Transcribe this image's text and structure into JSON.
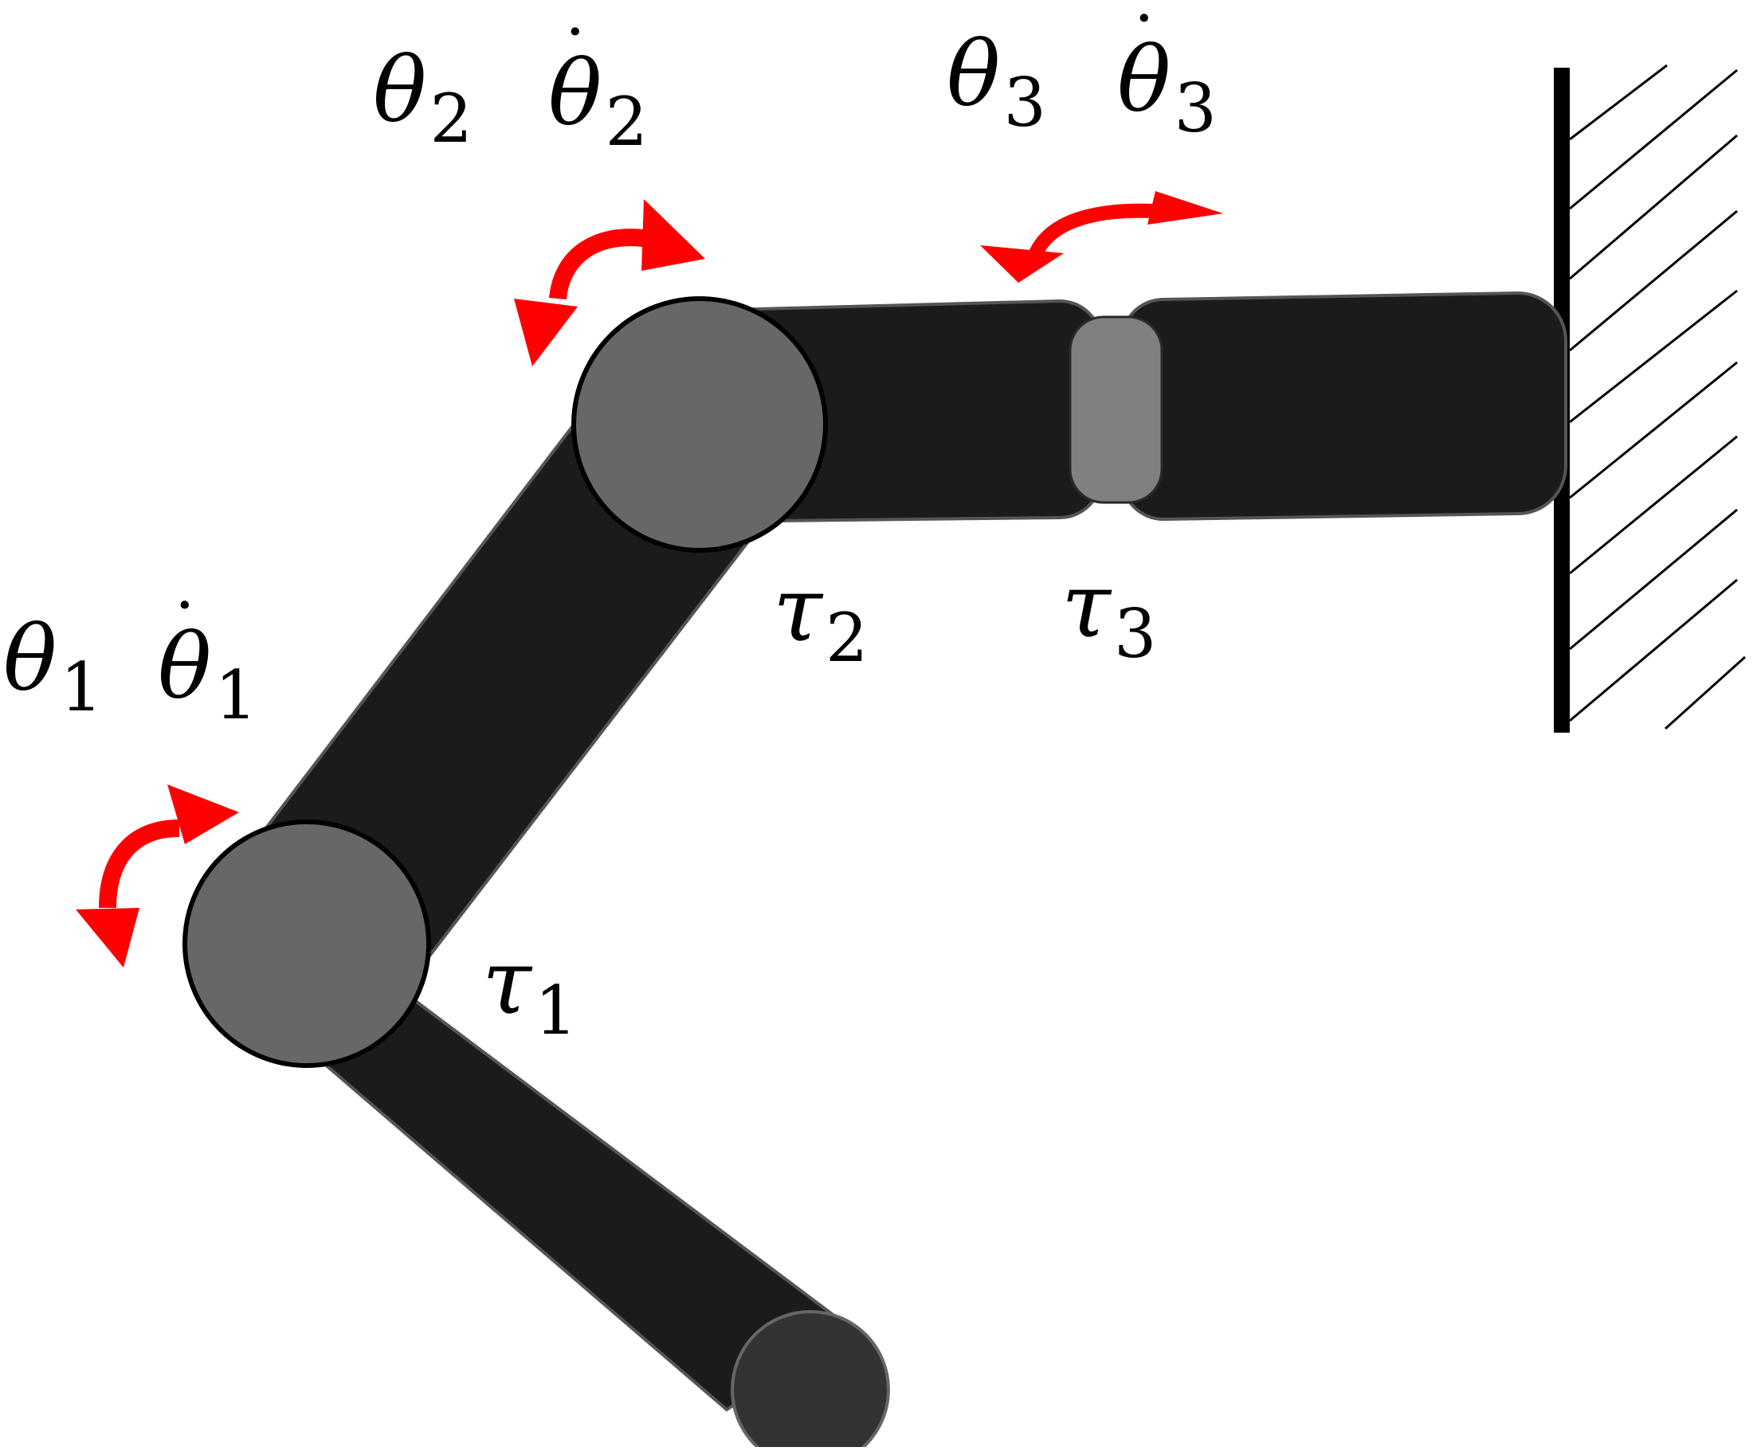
{
  "joints": [
    {
      "id": 1,
      "angle_symbol": "θ",
      "rate_dot": "˙",
      "subscript": "1",
      "torque_symbol": "τ"
    },
    {
      "id": 2,
      "angle_symbol": "θ",
      "rate_dot": "˙",
      "subscript": "2",
      "torque_symbol": "τ"
    },
    {
      "id": 3,
      "angle_symbol": "θ",
      "rate_dot": "˙",
      "subscript": "3",
      "torque_symbol": "τ"
    }
  ],
  "colors": {
    "link": "#1b1b1b",
    "link_edge": "#555555",
    "joint": "#676767",
    "prismatic_joint": "#808080",
    "end_effector": "#333333",
    "arrow": "#ff0000",
    "wall": "#000000"
  }
}
